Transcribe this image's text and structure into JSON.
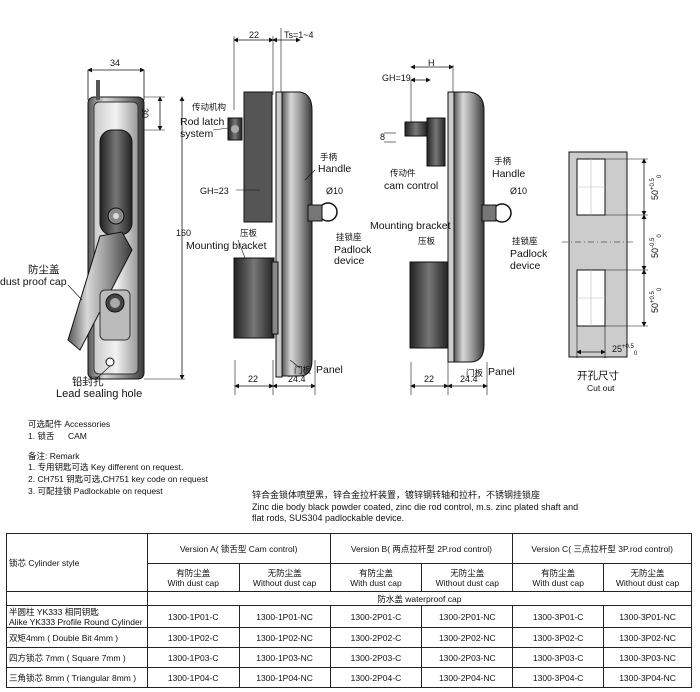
{
  "front_view": {
    "dim_width": "34",
    "dim_30": "30",
    "dim_160": "160",
    "dust_cap_cn": "防尘盖",
    "dust_cap_en": "dust proof cap",
    "lead_seal_cn": "铅封孔",
    "lead_seal_en": "Lead sealing hole"
  },
  "side_view_a": {
    "dim_22": "22",
    "dim_ts": "Ts=1~4",
    "rod_latch_cn": "传动机构",
    "rod_latch_en_1": "Rod latch",
    "rod_latch_en_2": "system",
    "handle_cn": "手柄",
    "handle_en": "Handle",
    "gh": "GH=23",
    "dia10": "Ø10",
    "mount_cn": "压板",
    "mount_en": "Mounting bracket",
    "padlock_cn": "挂锁座",
    "padlock_en_1": "Padlock",
    "padlock_en_2": "device",
    "panel_cn": "门板",
    "panel_en": "Panel",
    "dim_b22": "22",
    "dim_b244": "24.4"
  },
  "side_view_b": {
    "gh": "GH=19",
    "h": "H",
    "dim_8": "8",
    "cam_cn": "传动件",
    "cam_en": "cam control",
    "handle_cn": "手柄",
    "handle_en": "Handle",
    "dia10": "Ø10",
    "mount_en": "Mounting bracket",
    "mount_cn": "压板",
    "padlock_cn": "挂锁座",
    "padlock_en_1": "Padlock",
    "padlock_en_2": "device",
    "panel_cn": "门板",
    "panel_en": "Panel",
    "dim_b22": "22",
    "dim_b244": "24.4"
  },
  "cutout": {
    "dim_50a": "50",
    "dim_50a_tol": "+0.5",
    "dim_50a_tol2": "0",
    "dim_50b": "50",
    "dim_50b_tol": "-0.5",
    "dim_50b_tol2": "0",
    "dim_50c": "50",
    "dim_50c_tol": "+0.5",
    "dim_50c_tol2": "0",
    "dim_25": "25",
    "dim_25_tol": "+0.5",
    "dim_25_tol2": "0",
    "title_cn": "开孔尺寸",
    "title_en": "Cut out"
  },
  "accessories": {
    "title": "可选配件 Accessories",
    "item1_num": "1. 锁舌",
    "item1_val": "CAM"
  },
  "remarks": {
    "title": "备注: Remark",
    "r1": "1. 专用钥匙可选 Key different on request.",
    "r2": "2. CH751 钥匙可选,CH751 key code on request",
    "r3": "3. 可配挂锁    Padlockable on request"
  },
  "material": {
    "cn": "锌合金锁体喷塑黑，锌合金拉杆装置，镀锌钢转轴和拉杆，不锈钢挂锁座",
    "en1": "Zinc die body black powder coated, zinc die rod control, m.s. zinc plated shaft and",
    "en2": "flat rods, SUS304 padlockable device."
  },
  "table": {
    "cyl_header": "锁芯 Cylinder style",
    "version_a": "Version A( 锁舌型 Cam control)",
    "version_b": "Version B( 两点拉杆型 2P.rod control)",
    "version_c": "Version C( 三点拉杆型 3P.rod control)",
    "with_cap_cn": "有防尘盖",
    "with_cap_en": "With dust cap",
    "without_cap_cn": "无防尘盖",
    "without_cap_en": "Without dust cap",
    "waterproof": "防水盖 waterproof cap",
    "rows": [
      {
        "cyl_1": "半圆柱 YK333 相同钥匙",
        "cyl_2": "Alike YK333 Profile Round Cylinder",
        "a1": "1300-1P01-C",
        "a2": "1300-1P01-NC",
        "b1": "1300-2P01-C",
        "b2": "1300-2P01-NC",
        "c1": "1300-3P01-C",
        "c2": "1300-3P01-NC"
      },
      {
        "cyl_1": "双矩4mm ( Double Bit 4mm )",
        "cyl_2": "",
        "a1": "1300-1P02-C",
        "a2": "1300-1P02-NC",
        "b1": "1300-2P02-C",
        "b2": "1300-2P02-NC",
        "c1": "1300-3P02-C",
        "c2": "1300-3P02-NC"
      },
      {
        "cyl_1": "四方锁芯 7mm ( Square 7mm )",
        "cyl_2": "",
        "a1": "1300-1P03-C",
        "a2": "1300-1P03-NC",
        "b1": "1300-2P03-C",
        "b2": "1300-2P03-NC",
        "c1": "1300-3P03-C",
        "c2": "1300-3P03-NC"
      },
      {
        "cyl_1": "三角锁芯 8mm ( Triangular 8mm )",
        "cyl_2": "",
        "a1": "1300-1P04-C",
        "a2": "1300-1P04-NC",
        "b1": "1300-2P04-C",
        "b2": "1300-2P04-NC",
        "c1": "1300-3P04-C",
        "c2": "1300-3P04-NC"
      }
    ]
  }
}
